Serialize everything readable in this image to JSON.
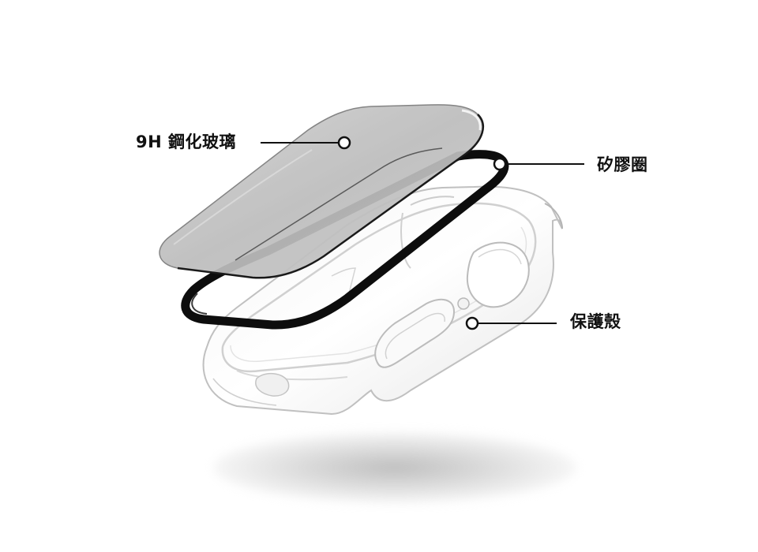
{
  "diagram": {
    "type": "exploded-view",
    "subject": "smartwatch protective case assembly",
    "callouts": [
      {
        "id": "glass",
        "label": "9H 鋼化玻璃",
        "side": "left"
      },
      {
        "id": "gasket",
        "label": "矽膠圈",
        "side": "right"
      },
      {
        "id": "case",
        "label": "保護殼",
        "side": "right"
      }
    ]
  },
  "colors": {
    "background": "#ffffff",
    "label_text": "#111111",
    "leader_line": "#111111",
    "glass_fill": "#bdbdbd",
    "gasket_fill": "#0d0d0d",
    "case_stroke": "#c8c8c8",
    "shadow": "#c9c9c9"
  }
}
